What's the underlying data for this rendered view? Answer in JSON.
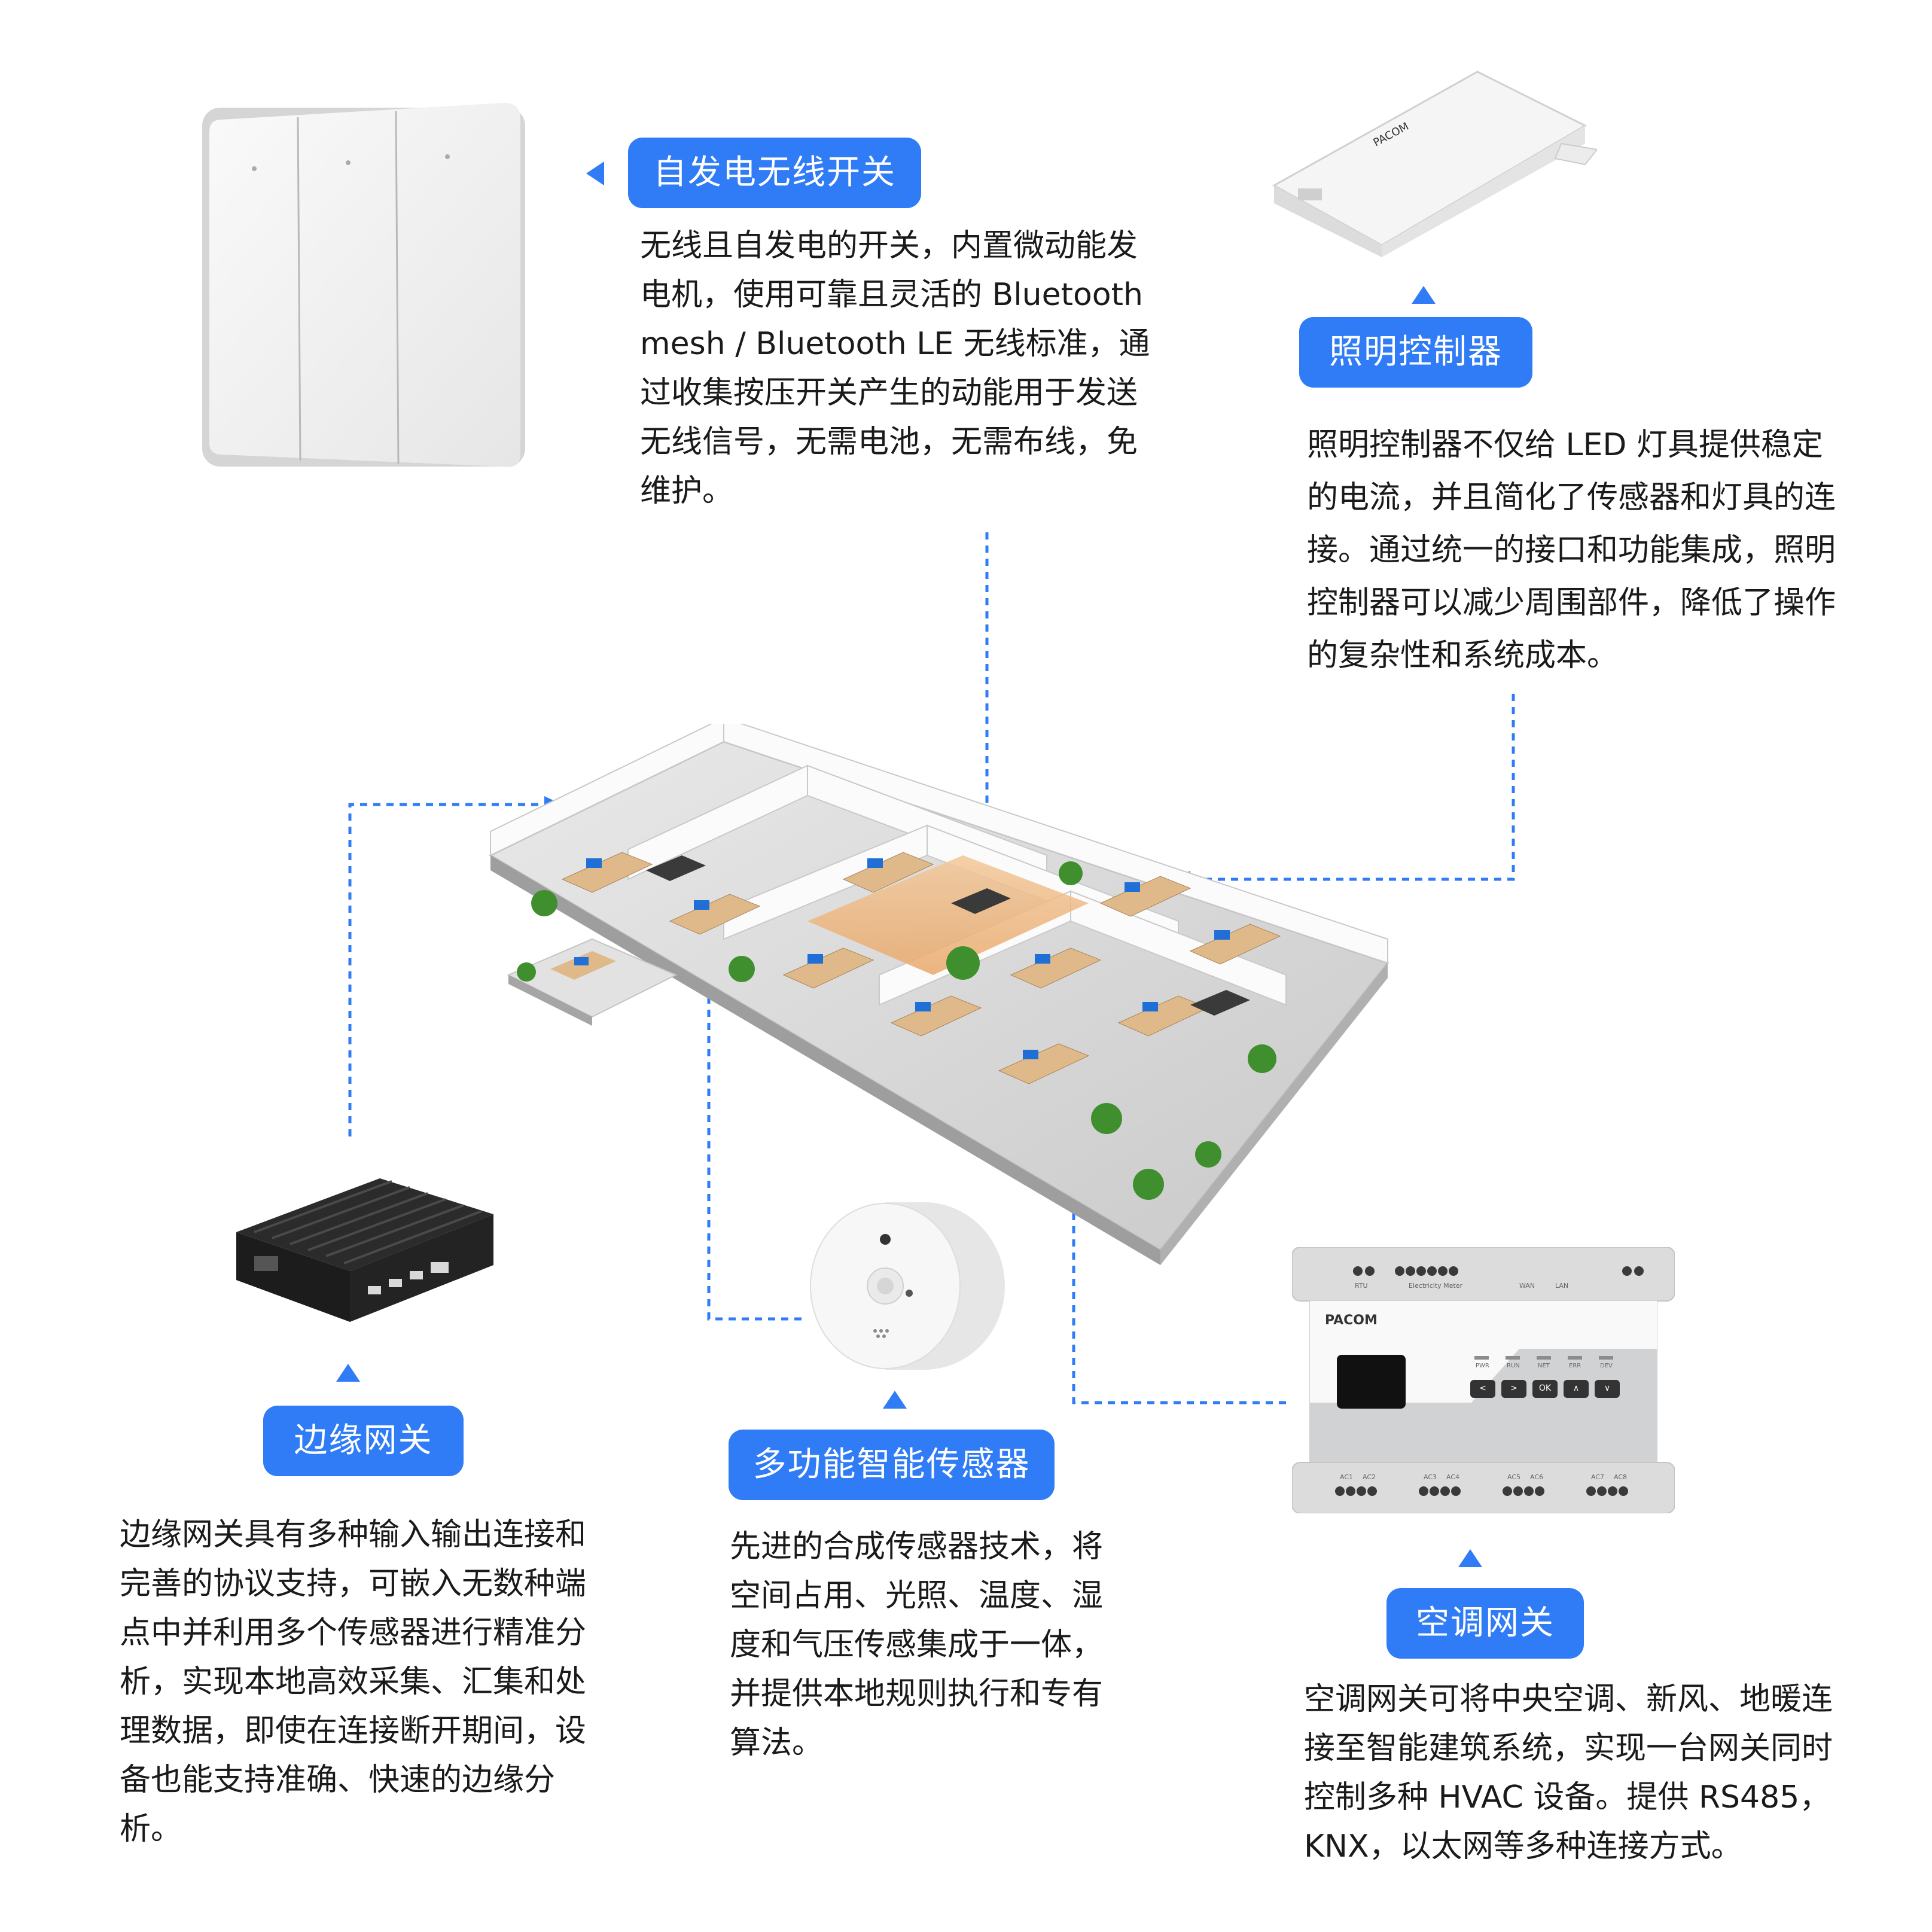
{
  "colors": {
    "accent": "#2f7cf6"
  },
  "products": {
    "switch": {
      "title": "自发电无线开关",
      "desc": "无线且自发电的开关，内置微动能发电机，使用可靠且灵活的 Bluetooth mesh  / Bluetooth LE 无线标准，通过收集按压开关产生的动能用于发送无线信号，无需电池，无需布线，免维护。"
    },
    "lighting": {
      "title": "照明控制器",
      "desc": " 照明控制器不仅给 LED 灯具提供稳定的电流，并且简化了传感器和灯具的连接。通过统一的接口和功能集成，照明控制器可以减少周围部件，降低了操作的复杂性和系统成本。",
      "device_brand": "PACOM"
    },
    "edge": {
      "title": "边缘网关",
      "desc": "边缘网关具有多种输入输出连接和完善的协议支持，可嵌入无数种端点中并利用多个传感器进行精准分析，实现本地高效采集、汇集和处理数据，即使在连接断开期间，设备也能支持准确、快速的边缘分析。"
    },
    "sensor": {
      "title": "多功能智能传感器",
      "desc": "先进的合成传感器技术，将空间占用、光照、温度、湿度和气压传感集成于一体，并提供本地规则执行和专有算法。"
    },
    "hvac": {
      "title": "空调网关",
      "desc": "空调网关可将中央空调、新风、地暖连接至智能建筑系统，实现一台网关同时控制多种 HVAC 设备。提供 RS485，KNX，以太网等多种连接方式。",
      "device": {
        "brand": "PACOM",
        "top_labels": [
          "RTU",
          "Electricity Meter",
          "WAN",
          "LAN"
        ],
        "status_leds": [
          "PWR",
          "RUN",
          "NET",
          "ERR",
          "DEV"
        ],
        "buttons": [
          "<",
          ">",
          "OK",
          "∧",
          "∨"
        ],
        "bottom_labels": [
          "AC1",
          "AC2",
          "AC3",
          "AC4",
          "AC5",
          "AC6",
          "AC7",
          "AC8"
        ]
      }
    }
  }
}
